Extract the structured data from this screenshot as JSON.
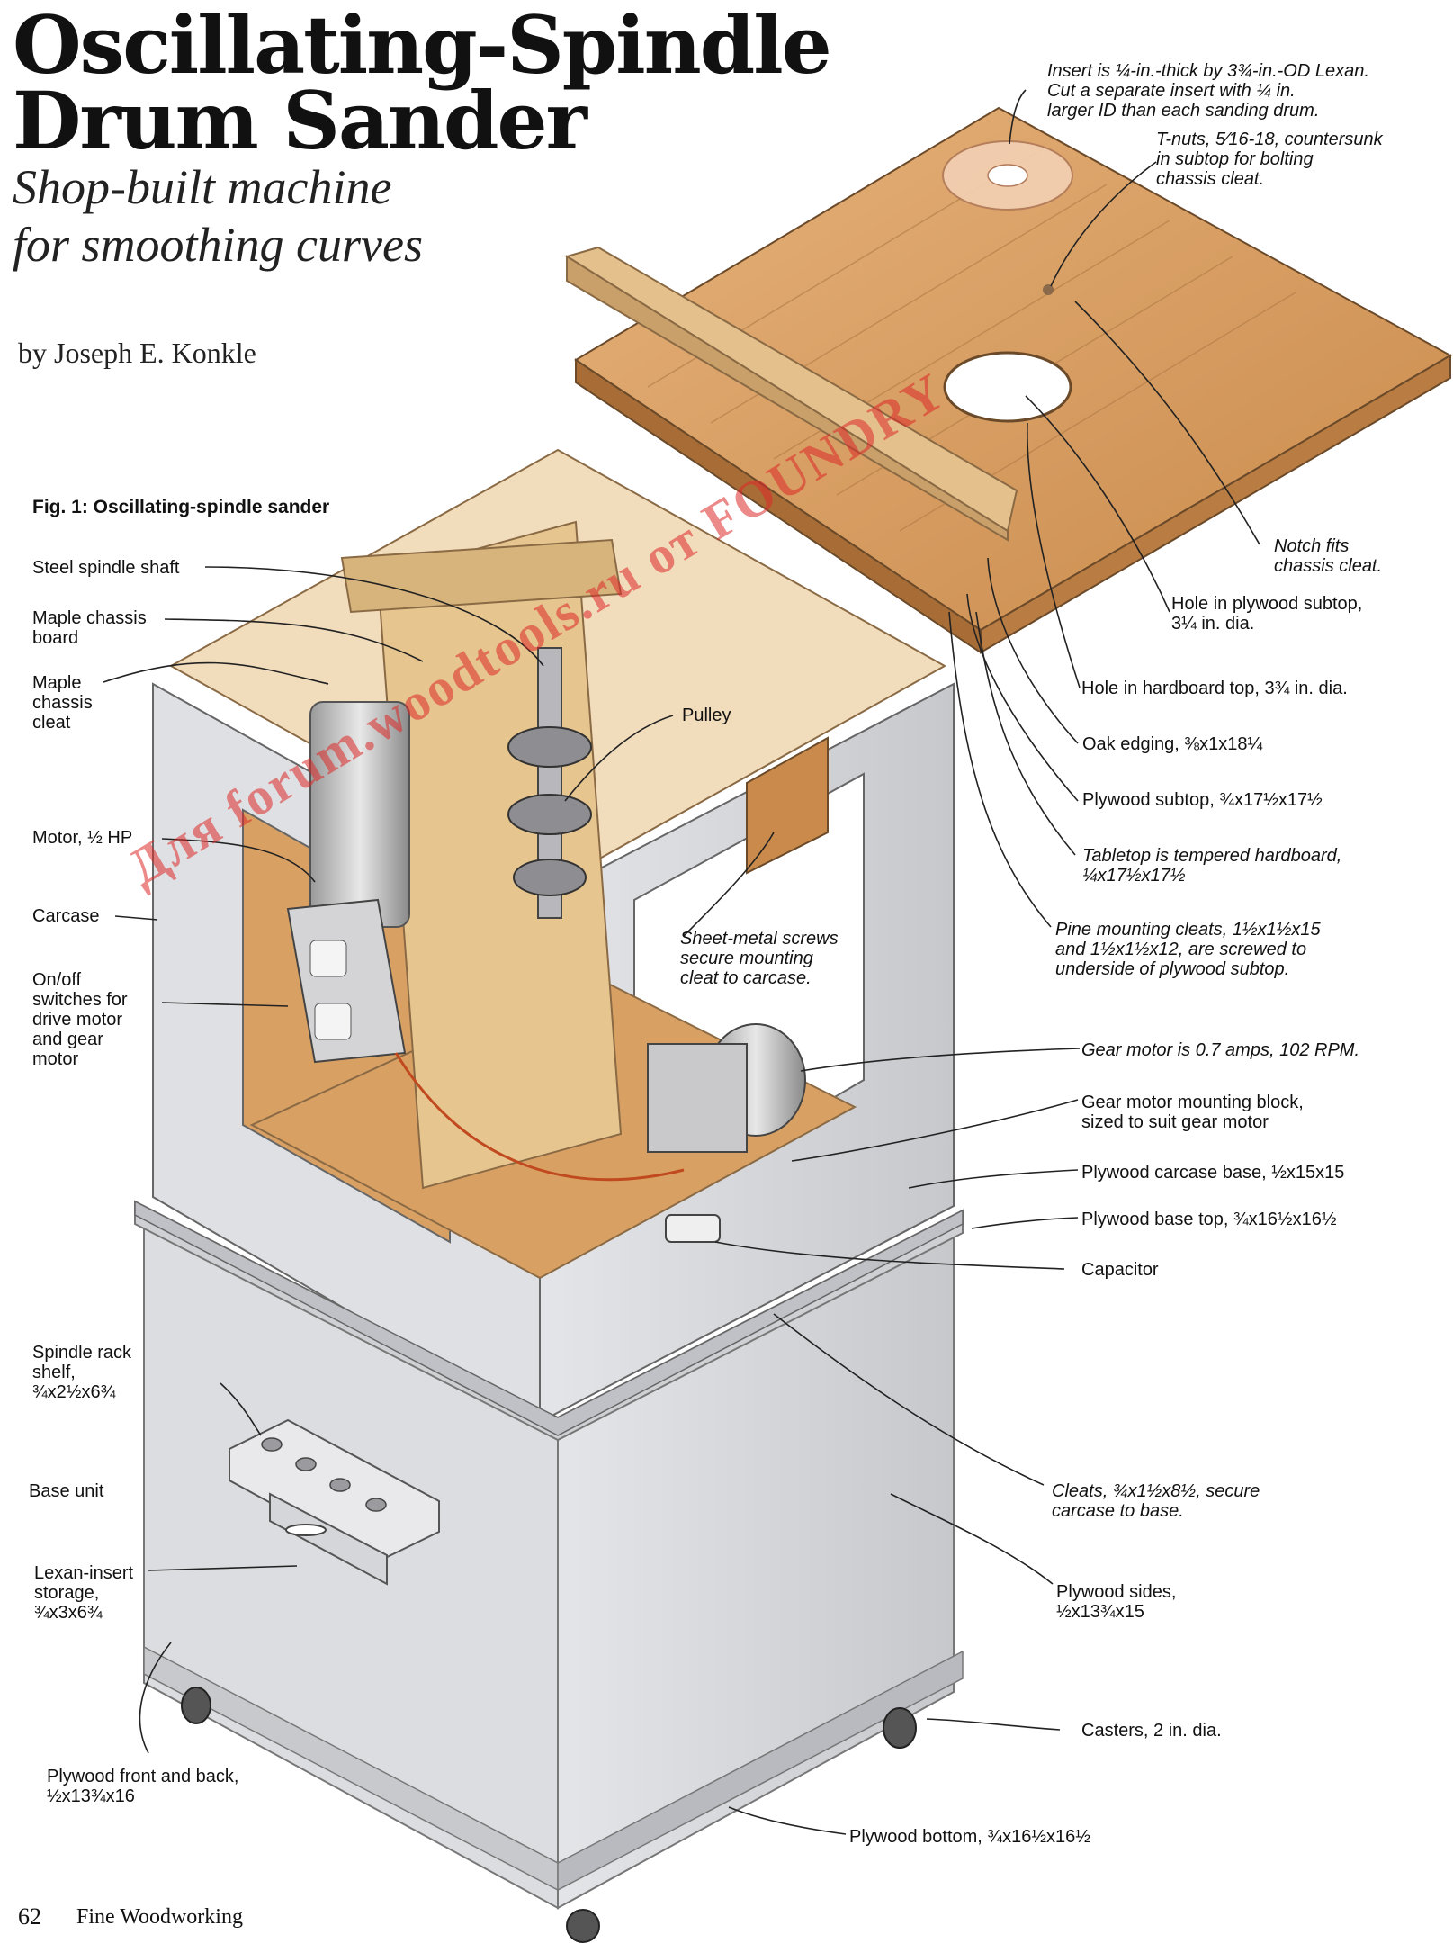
{
  "header": {
    "title_line1": "Oscillating-Spindle",
    "title_line2": "Drum Sander",
    "subtitle_line1": "Shop-built machine",
    "subtitle_line2": "for smoothing curves",
    "byline": "by Joseph E. Konkle"
  },
  "figure": {
    "title": "Fig. 1: Oscillating-spindle sander",
    "left_labels": {
      "steel_spindle_shaft": "Steel spindle shaft",
      "maple_chassis_board": "Maple chassis\nboard",
      "maple_chassis_cleat": "Maple\nchassis\ncleat",
      "motor": "Motor, ½ HP",
      "carcase": "Carcase",
      "onoff_switches": "On/off\nswitches for\ndrive motor\nand gear\nmotor",
      "spindle_rack_shelf": "Spindle rack\nshelf,\n¾x2½x6¾",
      "base_unit": "Base unit",
      "lexan_insert_storage": "Lexan-insert\nstorage,\n¾x3x6¾",
      "plywood_front_back": "Plywood front and back,\n½x13¾x16"
    },
    "center_labels": {
      "pulley": "Pulley",
      "sheet_metal_screws": "Sheet-metal screws\nsecure mounting\ncleat to carcase."
    },
    "right_labels": {
      "insert": "Insert is ¼-in.-thick by 3¾-in.-OD Lexan.\nCut a separate insert with ¼ in.\nlarger ID than each sanding drum.",
      "t_nuts": "T-nuts, 5⁄16-18, countersunk\nin subtop for bolting\nchassis cleat.",
      "notch": "Notch fits\nchassis cleat.",
      "hole_plywood_subtop": "Hole in plywood subtop,\n3¼ in. dia.",
      "hole_hardboard_top": "Hole in hardboard top, 3¾ in. dia.",
      "oak_edging": "Oak edging, ⅜x1x18¼",
      "plywood_subtop": "Plywood subtop, ¾x17½x17½",
      "tabletop": "Tabletop is tempered hardboard,\n¼x17½x17½",
      "pine_mounting_cleats": "Pine mounting cleats, 1½x1½x15\nand 1½x1½x12, are screwed to\nunderside of plywood subtop.",
      "gear_motor": "Gear motor is 0.7 amps, 102 RPM.",
      "gear_motor_block": "Gear motor mounting block,\nsized to suit gear motor",
      "plywood_carcase_base": "Plywood carcase base, ½x15x15",
      "plywood_base_top": "Plywood base top, ¾x16½x16½",
      "capacitor": "Capacitor",
      "cleats": "Cleats, ¾x1½x8½, secure\ncarcase to base.",
      "plywood_sides": "Plywood sides,\n½x13¾x15",
      "casters": "Casters, 2 in. dia.",
      "plywood_bottom": "Plywood bottom, ¾x16½x16½"
    }
  },
  "watermark": "Для forum.woodtools.ru от FOUNDRY",
  "footer": {
    "page_number": "62",
    "magazine": "Fine Woodworking"
  },
  "colors": {
    "wood": "#d9a064",
    "wood_dark": "#b8773e",
    "panel_gray": "#d8d9dc",
    "panel_shadow": "#b9bbc0",
    "watermark": "#dc2828"
  }
}
